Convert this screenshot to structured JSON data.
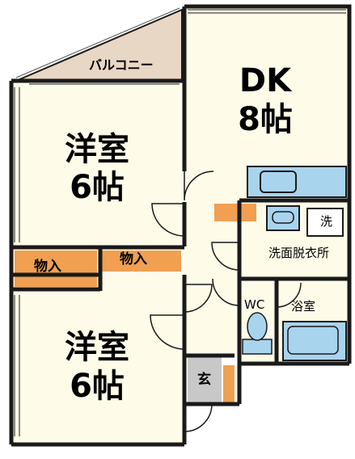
{
  "rooms": {
    "dk": {
      "name": "DK",
      "size": "8帖"
    },
    "western_top": {
      "name": "洋室",
      "size": "6帖"
    },
    "western_bottom": {
      "name": "洋室",
      "size": "6帖"
    },
    "balcony": "バルコニー",
    "storage_left": "物入",
    "storage_right": "物入",
    "washroom": "洗面脱衣所",
    "washer": "洗",
    "toilet": "WC",
    "bathroom": "浴室",
    "entrance": "玄"
  },
  "colors": {
    "floor": "#fefbe8",
    "wall": "#1a1a1a",
    "balcony": "#e8d7c4",
    "storage": "#f0a050",
    "bath": "#a8d4ee",
    "entrance": "#c8c8c8"
  }
}
